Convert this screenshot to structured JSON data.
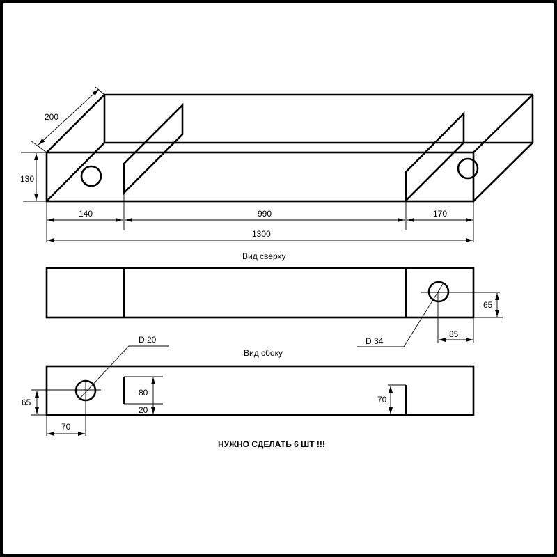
{
  "iso": {
    "dim_depth": "200",
    "dim_height": "130",
    "dim_left": "140",
    "dim_middle": "990",
    "dim_right": "170",
    "dim_total": "1300"
  },
  "top_view": {
    "title": "Вид сверху",
    "dim_v": "65",
    "dim_h": "85",
    "hole": "D 34"
  },
  "side_view": {
    "title": "Вид сбоку",
    "hole": "D 20",
    "dim_hole_v": "65",
    "dim_hole_h": "70",
    "slot_h": "80",
    "slot_gap": "20",
    "right_slot_h": "70"
  },
  "note": "НУЖНО СДЕЛАТЬ 6 ШТ !!!"
}
